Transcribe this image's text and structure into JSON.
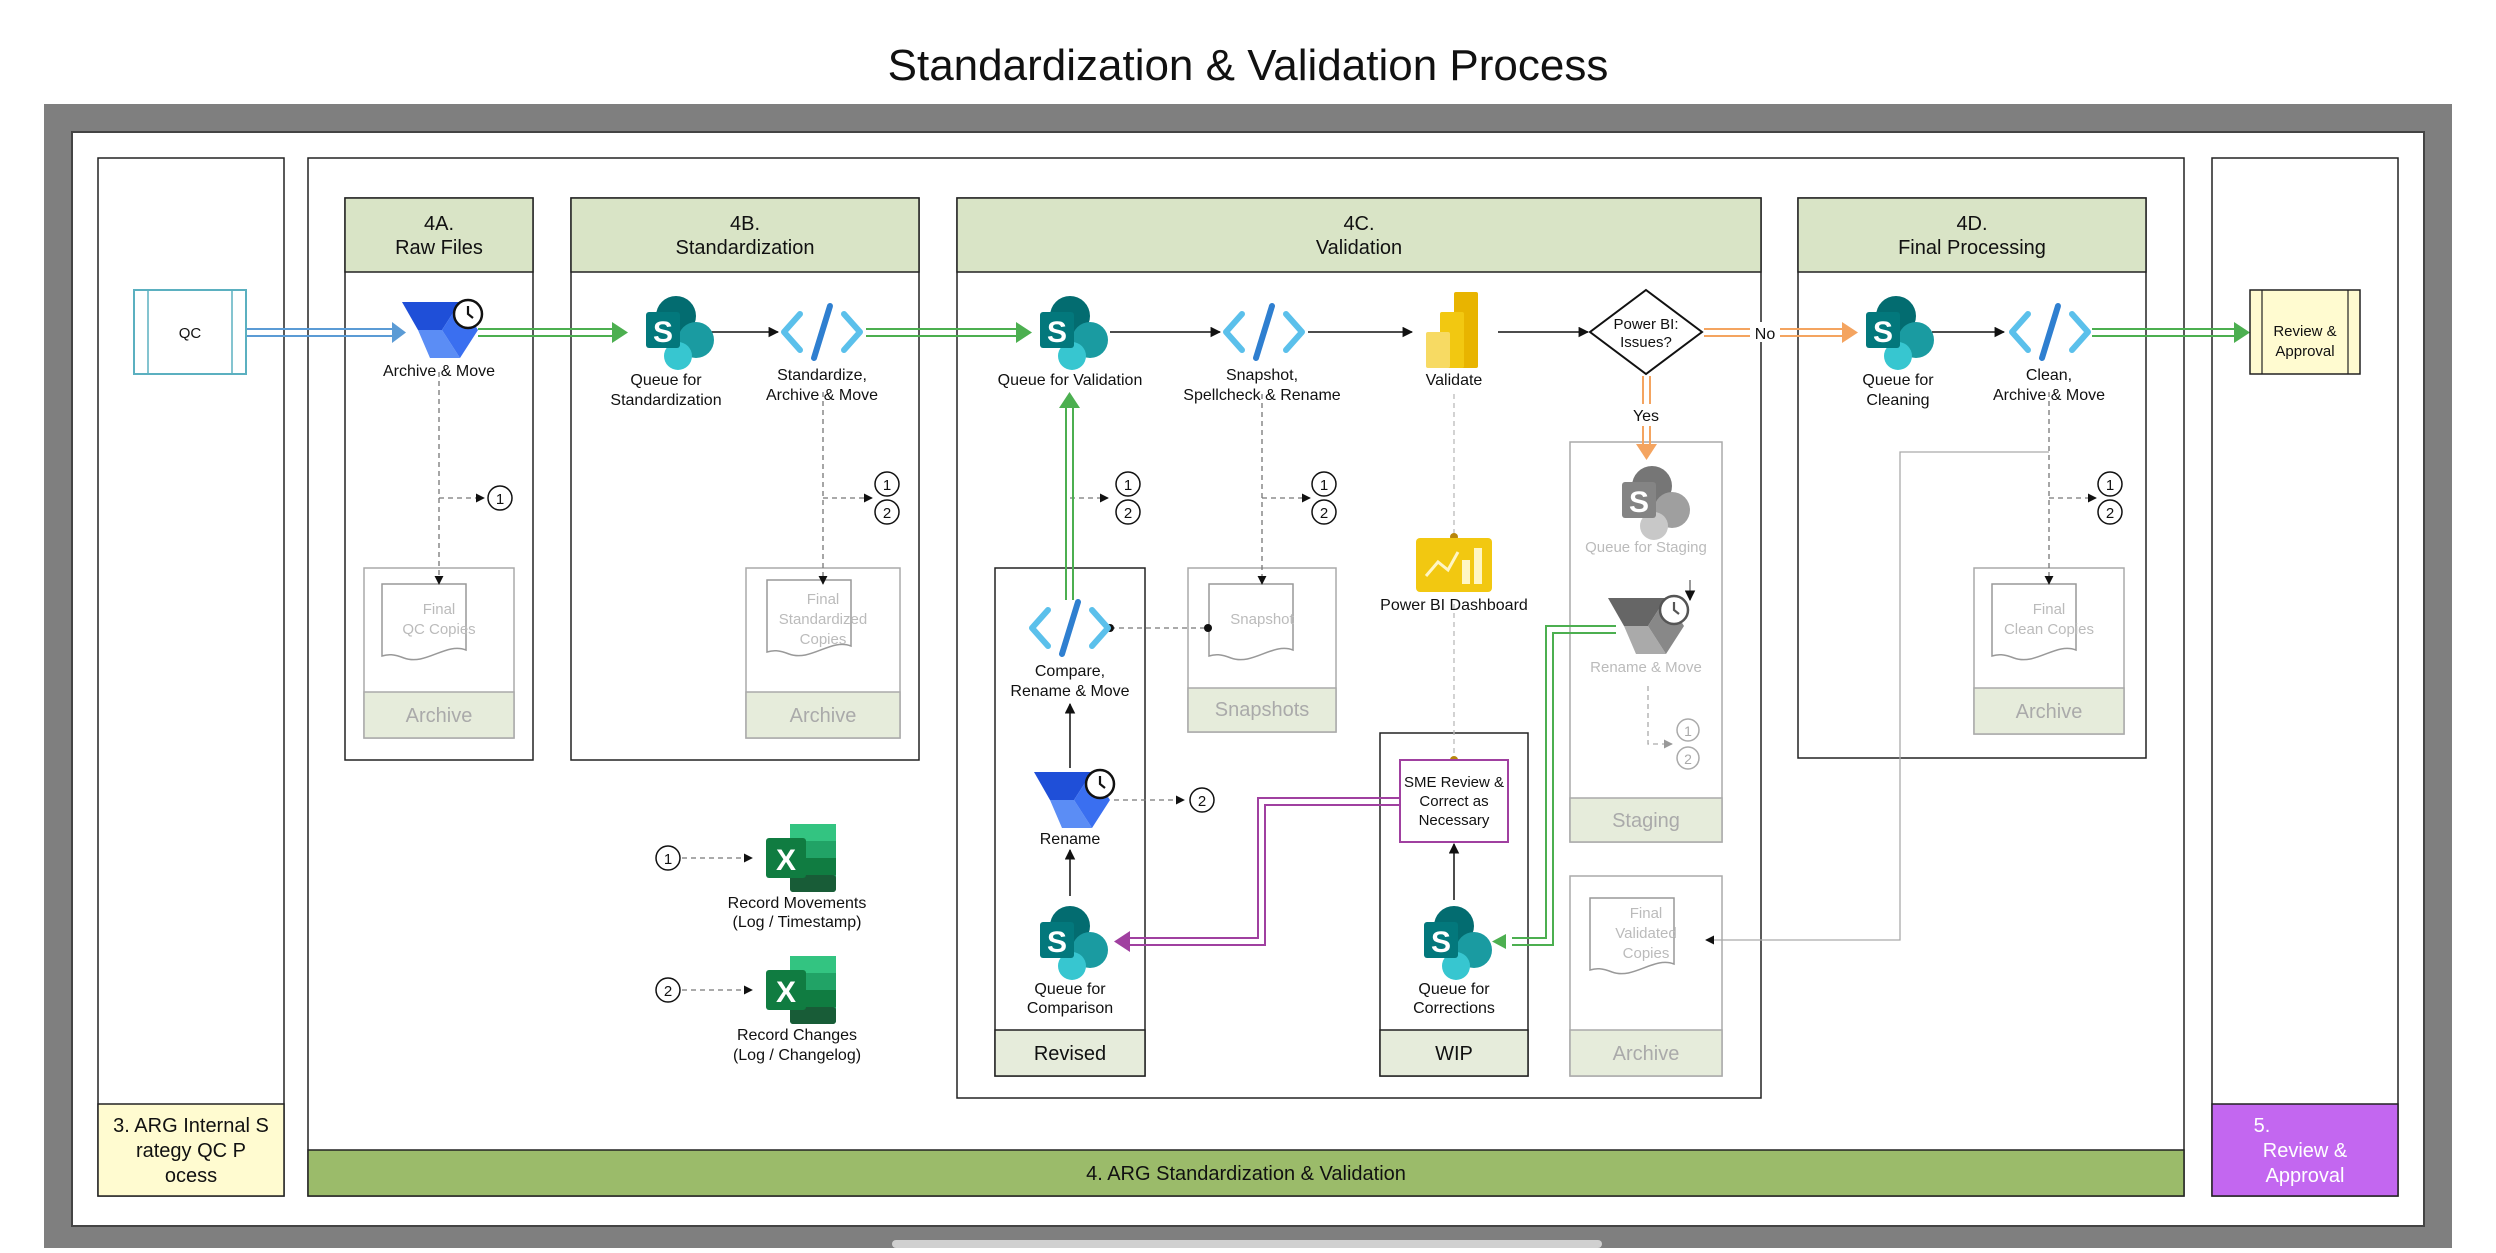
{
  "title": "Standardization & Validation Process",
  "lanes": {
    "qc": "3. ARG Internal Strategy QC Process",
    "main": "4. ARG Standardization & Validation",
    "review": "5. Review & Approval"
  },
  "sections": {
    "raw": {
      "code": "4A.",
      "name": "Raw Files"
    },
    "std": {
      "code": "4B.",
      "name": "Standardization"
    },
    "val": {
      "code": "4C.",
      "name": "Validation"
    },
    "fin": {
      "code": "4D.",
      "name": "Final Processing"
    }
  },
  "nodes": {
    "qc": "QC",
    "archive_move": "Archive & Move",
    "queue_std_1": "Queue for",
    "queue_std_2": "Standardization",
    "std_move_1": "Standardize,",
    "std_move_2": "Archive & Move",
    "queue_val": "Queue for Validation",
    "snap_1": "Snapshot,",
    "snap_2": "Spellcheck & Rename",
    "validate": "Validate",
    "decision_1": "Power BI:",
    "decision_2": "Issues?",
    "no": "No",
    "yes": "Yes",
    "queue_clean_1": "Queue for",
    "queue_clean_2": "Cleaning",
    "clean_1": "Clean,",
    "clean_2": "Archive & Move",
    "review_1": "Review &",
    "review_2": "Approval",
    "pbi_dashboard": "Power BI Dashboard",
    "queue_staging": "Queue for Staging",
    "rename_move": "Rename & Move",
    "compare_1": "Compare,",
    "compare_2": "Rename & Move",
    "rename": "Rename",
    "queue_cmp_1": "Queue for",
    "queue_cmp_2": "Comparison",
    "sme_1": "SME Review &",
    "sme_2": "Correct as",
    "sme_3": "Necessary",
    "queue_corr_1": "Queue for",
    "queue_corr_2": "Corrections",
    "record_mov_1": "Record Movements",
    "record_mov_2": "(Log / Timestamp)",
    "record_chg_1": "Record Changes",
    "record_chg_2": "(Log / Changelog)"
  },
  "stores": {
    "raw_doc": [
      "Final",
      "QC Copies"
    ],
    "raw_label": "Archive",
    "std_doc": [
      "Final",
      "Standardized",
      "Copies"
    ],
    "std_label": "Archive",
    "snap_doc": [
      "Snapshot"
    ],
    "snap_label": "Snapshots",
    "revised_label": "Revised",
    "wip_label": "WIP",
    "staging_label": "Staging",
    "valarch_doc": [
      "Final",
      "Validated",
      "Copies"
    ],
    "valarch_label": "Archive",
    "fin_doc": [
      "Final",
      "Clean Copies"
    ],
    "fin_label": "Archive"
  },
  "markers": {
    "one": "1",
    "two": "2"
  },
  "icons": {
    "sharepoint": "sharepoint-icon",
    "code": "code-icon",
    "power_automate": "power-automate-icon",
    "power_bi": "power-bi-icon",
    "excel": "excel-icon"
  },
  "colors": {
    "green_flow": "#4caf50",
    "blue_flow": "#5b9bd5",
    "orange_flow": "#f4a460",
    "purple_flow": "#a040a0",
    "header_fill": "#d9e4c6",
    "main_lane_fill": "#9bbb6a",
    "review_lane_fill": "#c367f0",
    "qc_lane_fill": "#fffbd0"
  }
}
